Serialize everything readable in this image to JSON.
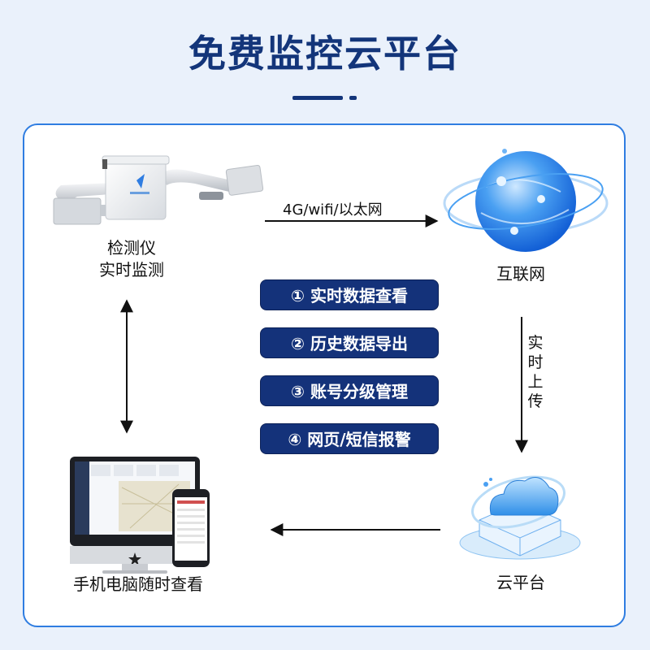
{
  "title": "免费监控云平台",
  "nodes": {
    "detector": {
      "line1": "检测仪",
      "line2": "实时监测"
    },
    "internet": {
      "label": "互联网"
    },
    "cloud": {
      "label": "云平台"
    },
    "devices": {
      "label": "手机电脑随时查看"
    }
  },
  "edges": {
    "detector_to_internet": "4G/wifi/以太网",
    "internet_to_cloud": [
      "实",
      "时",
      "上",
      "传"
    ]
  },
  "features": [
    "① 实时数据查看",
    "② 历史数据导出",
    "③ 账号分级管理",
    "④ 网页/短信报警"
  ],
  "colors": {
    "title": "#13357a",
    "panel_border": "#2f7de1",
    "pill_bg": "#14327a",
    "background": "#eaf1fb"
  }
}
